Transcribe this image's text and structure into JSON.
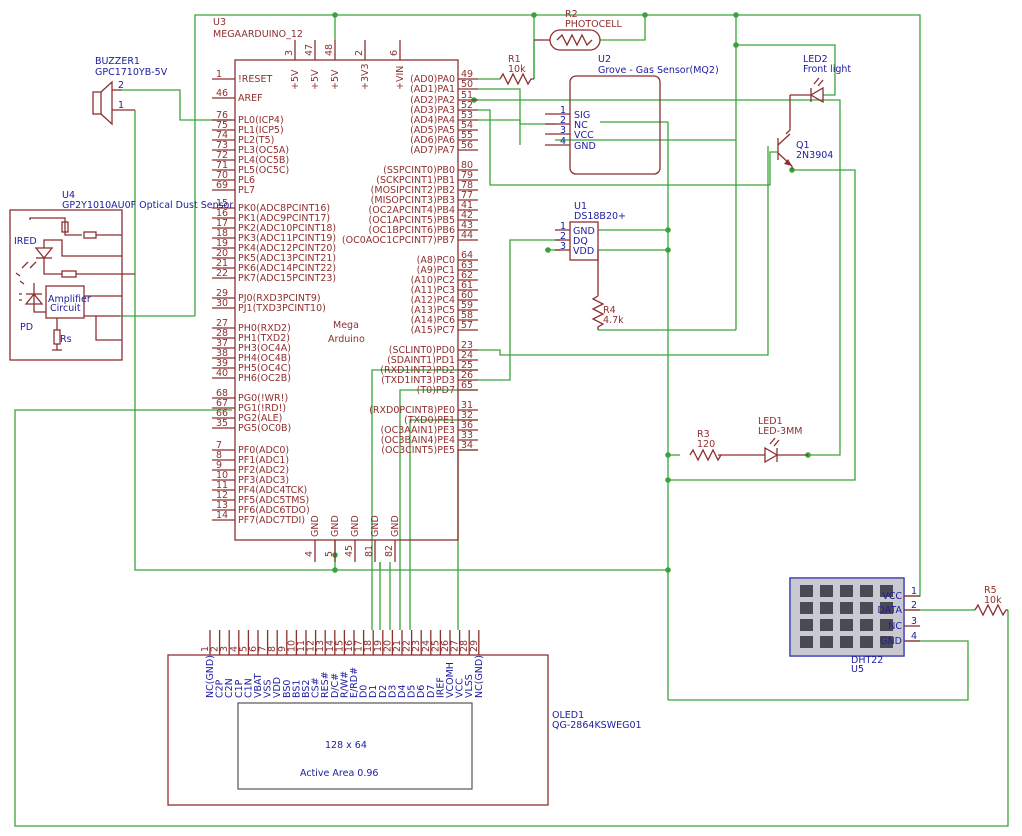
{
  "mega": {
    "ref": "U3",
    "value": "MEGAARDUINO_12",
    "center1": "Mega",
    "center2": "Arduino",
    "top": [
      {
        "num": "3",
        "name": "+5V"
      },
      {
        "num": "47",
        "name": "+5V"
      },
      {
        "num": "48",
        "name": "+5V"
      },
      {
        "num": "2",
        "name": "+3V3"
      },
      {
        "num": "6",
        "name": "+VIN"
      }
    ],
    "left": [
      {
        "num": "1",
        "name": "!RESET"
      },
      {
        "num": "46",
        "name": "AREF"
      },
      {
        "num": "76",
        "name": "PL0(ICP4)"
      },
      {
        "num": "75",
        "name": "PL1(ICP5)"
      },
      {
        "num": "74",
        "name": "PL2(T5)"
      },
      {
        "num": "73",
        "name": "PL3(OC5A)"
      },
      {
        "num": "72",
        "name": "PL4(OC5B)"
      },
      {
        "num": "71",
        "name": "PL5(OC5C)"
      },
      {
        "num": "70",
        "name": "PL6"
      },
      {
        "num": "69",
        "name": "PL7"
      },
      {
        "num": "15",
        "name": "PK0(ADC8PCINT16)"
      },
      {
        "num": "16",
        "name": "PK1(ADC9PCINT17)"
      },
      {
        "num": "17",
        "name": "PK2(ADC10PCINT18)"
      },
      {
        "num": "18",
        "name": "PK3(ADC11PCINT19)"
      },
      {
        "num": "19",
        "name": "PK4(ADC12PCINT20)"
      },
      {
        "num": "20",
        "name": "PK5(ADC13PCINT21)"
      },
      {
        "num": "21",
        "name": "PK6(ADC14PCINT22)"
      },
      {
        "num": "22",
        "name": "PK7(ADC15PCINT23)"
      },
      {
        "num": "29",
        "name": "PJ0(RXD3PCINT9)"
      },
      {
        "num": "30",
        "name": "PJ1(TXD3PCINT10)"
      },
      {
        "num": "27",
        "name": "PH0(RXD2)"
      },
      {
        "num": "28",
        "name": "PH1(TXD2)"
      },
      {
        "num": "37",
        "name": "PH3(OC4A)"
      },
      {
        "num": "38",
        "name": "PH4(OC4B)"
      },
      {
        "num": "39",
        "name": "PH5(OC4C)"
      },
      {
        "num": "40",
        "name": "PH6(OC2B)"
      },
      {
        "num": "68",
        "name": "PG0(!WR!)"
      },
      {
        "num": "67",
        "name": "PG1(!RD!)"
      },
      {
        "num": "66",
        "name": "PG2(ALE)"
      },
      {
        "num": "35",
        "name": "PG5(OC0B)"
      },
      {
        "num": "7",
        "name": "PF0(ADC0)"
      },
      {
        "num": "8",
        "name": "PF1(ADC1)"
      },
      {
        "num": "9",
        "name": "PF2(ADC2)"
      },
      {
        "num": "10",
        "name": "PF3(ADC3)"
      },
      {
        "num": "11",
        "name": "PF4(ADC4TCK)"
      },
      {
        "num": "12",
        "name": "PF5(ADC5TMS)"
      },
      {
        "num": "13",
        "name": "PF6(ADC6TDO)"
      },
      {
        "num": "14",
        "name": "PF7(ADC7TDI)"
      }
    ],
    "right": [
      {
        "num": "49",
        "name": "(AD0)PA0"
      },
      {
        "num": "50",
        "name": "(AD1)PA1"
      },
      {
        "num": "51",
        "name": "(AD2)PA2"
      },
      {
        "num": "52",
        "name": "(AD3)PA3"
      },
      {
        "num": "53",
        "name": "(AD4)PA4"
      },
      {
        "num": "54",
        "name": "(AD5)PA5"
      },
      {
        "num": "55",
        "name": "(AD6)PA6"
      },
      {
        "num": "56",
        "name": "(AD7)PA7"
      },
      {
        "num": "80",
        "name": "(SSPCINT0)PB0"
      },
      {
        "num": "79",
        "name": "(SCKPCINT1)PB1"
      },
      {
        "num": "78",
        "name": "(MOSIPCINT2)PB2"
      },
      {
        "num": "77",
        "name": "(MISOPCINT3)PB3"
      },
      {
        "num": "41",
        "name": "(OC2APCINT4)PB4"
      },
      {
        "num": "42",
        "name": "(OC1APCINT5)PB5"
      },
      {
        "num": "43",
        "name": "(OC1BPCINT6)PB6"
      },
      {
        "num": "44",
        "name": "(OC0AOC1CPCINT7)PB7"
      },
      {
        "num": "64",
        "name": "(A8)PC0"
      },
      {
        "num": "63",
        "name": "(A9)PC1"
      },
      {
        "num": "62",
        "name": "(A10)PC2"
      },
      {
        "num": "61",
        "name": "(A11)PC3"
      },
      {
        "num": "60",
        "name": "(A12)PC4"
      },
      {
        "num": "59",
        "name": "(A13)PC5"
      },
      {
        "num": "58",
        "name": "(A14)PC6"
      },
      {
        "num": "57",
        "name": "(A15)PC7"
      },
      {
        "num": "23",
        "name": "(SCLINT0)PD0"
      },
      {
        "num": "24",
        "name": "(SDAINT1)PD1"
      },
      {
        "num": "25",
        "name": "(RXD1INT2)PD2"
      },
      {
        "num": "26",
        "name": "(TXD1INT3)PD3"
      },
      {
        "num": "65",
        "name": "(T0)PD7"
      },
      {
        "num": "31",
        "name": "(RXD0PCINT8)PE0"
      },
      {
        "num": "32",
        "name": "(TXD0)PE1"
      },
      {
        "num": "36",
        "name": "(OC3AAIN1)PE3"
      },
      {
        "num": "33",
        "name": "(OC3BAIN4)PE4"
      },
      {
        "num": "34",
        "name": "(OC3CINT5)PE5"
      }
    ],
    "bottom": [
      {
        "num": "4",
        "name": "GND"
      },
      {
        "num": "5",
        "name": "GND"
      },
      {
        "num": "45",
        "name": "GND"
      },
      {
        "num": "81",
        "name": "GND"
      },
      {
        "num": "82",
        "name": "GND"
      }
    ]
  },
  "buzzer": {
    "ref": "BUZZER1",
    "value": "GPC1710YB-5V",
    "pin2": "2",
    "pin1": "1"
  },
  "dust": {
    "ref": "U4",
    "value": "GP2Y1010AU0F Optical Dust Sensor",
    "ired": "IRED",
    "pd": "PD",
    "rs": "Rs",
    "amp1": "Amplifier",
    "amp2": "Circuit"
  },
  "photocell": {
    "ref": "R2",
    "value": "PHOTOCELL"
  },
  "r1": {
    "ref": "R1",
    "value": "10k"
  },
  "gas": {
    "ref": "U2",
    "value": "Grove - Gas Sensor(MQ2)",
    "pins": [
      {
        "num": "1",
        "name": "SIG"
      },
      {
        "num": "2",
        "name": "NC"
      },
      {
        "num": "3",
        "name": "VCC"
      },
      {
        "num": "4",
        "name": "GND"
      }
    ]
  },
  "led2": {
    "ref": "LED2",
    "value": "Front light"
  },
  "q1": {
    "ref": "Q1",
    "value": "2N3904"
  },
  "ds18": {
    "ref": "U1",
    "value": "DS18B20+",
    "pins": [
      {
        "num": "1",
        "name": "GND"
      },
      {
        "num": "2",
        "name": "DQ"
      },
      {
        "num": "3",
        "name": "VDD"
      }
    ]
  },
  "r4": {
    "ref": "R4",
    "value": "4.7k"
  },
  "r3": {
    "ref": "R3",
    "value": "120"
  },
  "led1": {
    "ref": "LED1",
    "value": "LED-3MM"
  },
  "dht": {
    "ref": "U5",
    "value": "DHT22",
    "pins": [
      {
        "num": "1",
        "name": "VCC"
      },
      {
        "num": "2",
        "name": "DATA"
      },
      {
        "num": "3",
        "name": "NC"
      },
      {
        "num": "4",
        "name": "GND"
      }
    ]
  },
  "r5": {
    "ref": "R5",
    "value": "10k"
  },
  "oled": {
    "ref": "OLED1",
    "value": "QG-2864KSWEG01",
    "resolution": "128 x 64",
    "area": "Active Area 0.96",
    "pins": [
      "NC(GND)",
      "C2P",
      "C2N",
      "C1P",
      "C1N",
      "VBAT",
      "VSS",
      "VDD",
      "BS0",
      "BS1",
      "BS2",
      "CS#",
      "RES#",
      "D/C#",
      "R/W#",
      "E/RD#",
      "D0",
      "D1",
      "D2",
      "D3",
      "D4",
      "D5",
      "D6",
      "D7",
      "IREF",
      "VCOMH",
      "VCC",
      "VLSS",
      "NC(GND)"
    ]
  }
}
